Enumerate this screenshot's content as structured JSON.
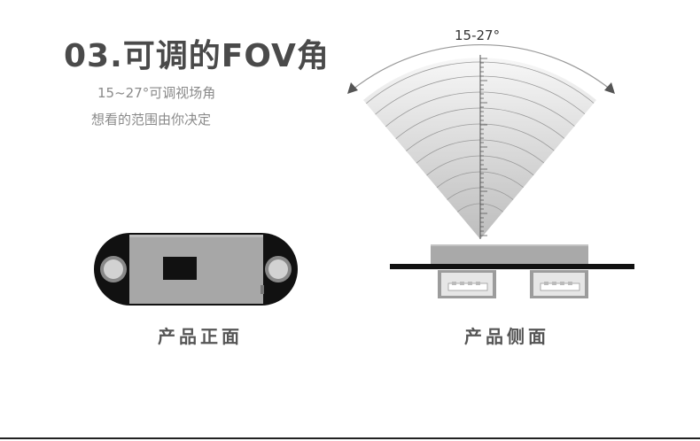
{
  "heading": {
    "title": "03.可调的FOV角",
    "subtitle_1": "15~27°可调视场角",
    "subtitle_2": "想看的范围由你决定"
  },
  "diagram": {
    "angle_label": "15-27°",
    "caption_front": "产品正面",
    "caption_side": "产品侧面"
  },
  "colors": {
    "title": "#4a4a4a",
    "subtitle": "#8a8a8a",
    "board": "#111111",
    "sensor_gray": "#a7a7a7",
    "connector_gray": "#9c9c9c"
  }
}
